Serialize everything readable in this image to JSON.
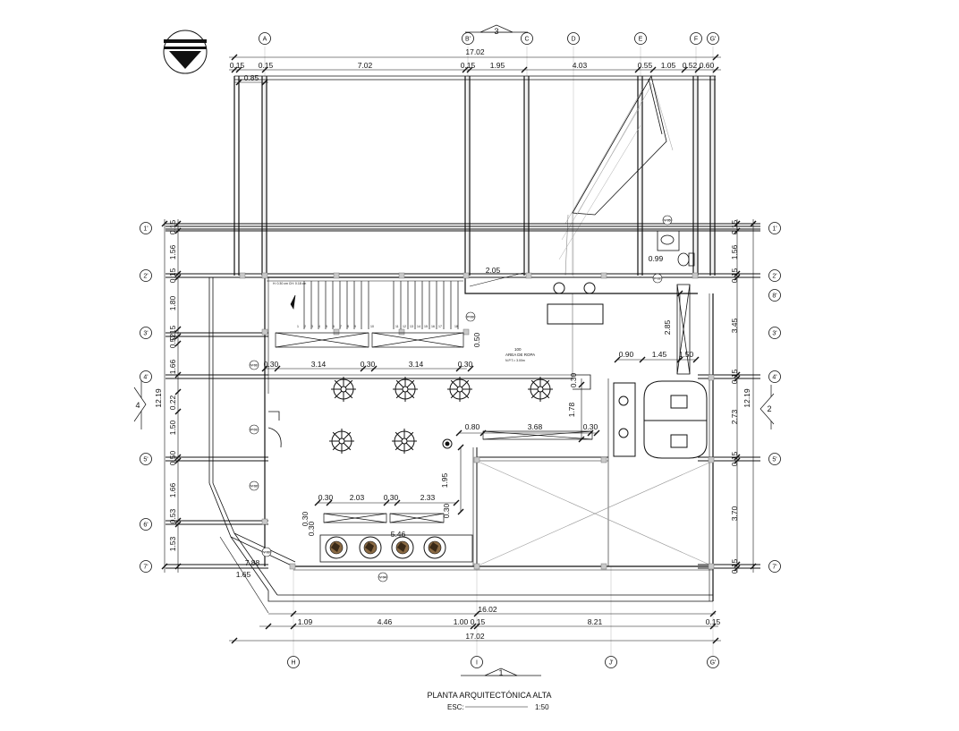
{
  "title": "PLANTA ARQUITECTÓNICA ALTA",
  "scale_label": "ESC:",
  "scale_value": "1:50",
  "section_marks": [
    "3",
    "1",
    "4",
    "2"
  ],
  "grid_top": [
    "A",
    "B'",
    "C",
    "D",
    "E",
    "F",
    "G'"
  ],
  "grid_bottom": [
    "H",
    "I",
    "J'",
    "G'"
  ],
  "grid_left": [
    "1'",
    "2'",
    "3'",
    "4'",
    "5'",
    "6'",
    "7'"
  ],
  "grid_right": [
    "1'",
    "2'",
    "3'",
    "4'",
    "5'",
    "7'"
  ],
  "grid_right_extra": "8'",
  "top_total": "17.02",
  "top_dims": [
    "0.15",
    "0.15",
    "7.02",
    "0.15",
    "1.95",
    "4.03",
    "0.55",
    "1.05",
    "0.52",
    "0.60"
  ],
  "top_sub": "0.85",
  "bottom_total": "17.02",
  "bottom_sub_total": "16.02",
  "bottom_dims": [
    "1.09",
    "4.46",
    "1.00",
    "0.15",
    "8.21",
    "0.15"
  ],
  "left_total": "12.19",
  "left_dims": [
    "0.15",
    "1.56",
    "0.15",
    "1.80",
    "0.15",
    "0.52",
    "1.66",
    "0.22",
    "1.50",
    "0.50",
    "1.66",
    "0.53",
    "1.53"
  ],
  "right_total": "12.19",
  "right_dims": [
    "0.15",
    "1.56",
    "0.15",
    "3.45",
    "0.15",
    "2.73",
    "0.15",
    "3.70",
    "0.15"
  ],
  "interior_dims": {
    "d_205": "2.05",
    "d_099": "0.99",
    "d_090": "0.90",
    "d_145": "1.45",
    "d_150": "1.50",
    "d_285": "2.85",
    "d_030a": "0.30",
    "d_314a": "3.14",
    "d_030b": "0.30",
    "d_314b": "3.14",
    "d_030c": "0.30",
    "d_080": "0.80",
    "d_368": "3.68",
    "d_030d": "0.30",
    "d_178": "1.78",
    "d_030e": "0.30",
    "d_195": "1.95",
    "d_030f": "0.30",
    "d_203": "2.03",
    "d_030g": "0.30",
    "d_233": "2.33",
    "d_030h": "0.30",
    "d_546": "5.46",
    "d_050": "0.50",
    "d_030i": "0.30",
    "d_030j": "0.30",
    "d_788": "7.88",
    "d_165": "1.65"
  },
  "room_labels": {
    "area_ropa": "AREA DE ROPA",
    "room_code": "100",
    "npt": "N.P.T.= 3.00m"
  },
  "tags": [
    "V 05",
    "P 02",
    "P 03",
    "V 01",
    "P 01",
    "V 02",
    "V 03",
    "V 04"
  ],
  "stair_numbers": [
    "1",
    "2",
    "3",
    "4",
    "5",
    "6",
    "7",
    "8",
    "9",
    "10",
    "11",
    "12",
    "13",
    "14",
    "15",
    "16",
    "17",
    "18"
  ],
  "stair_note": "H: 0.30 cm CH: 0.18 cm",
  "colors": {
    "line": "#111111",
    "light": "#9a9a9a",
    "column": "#c9c9c9"
  }
}
